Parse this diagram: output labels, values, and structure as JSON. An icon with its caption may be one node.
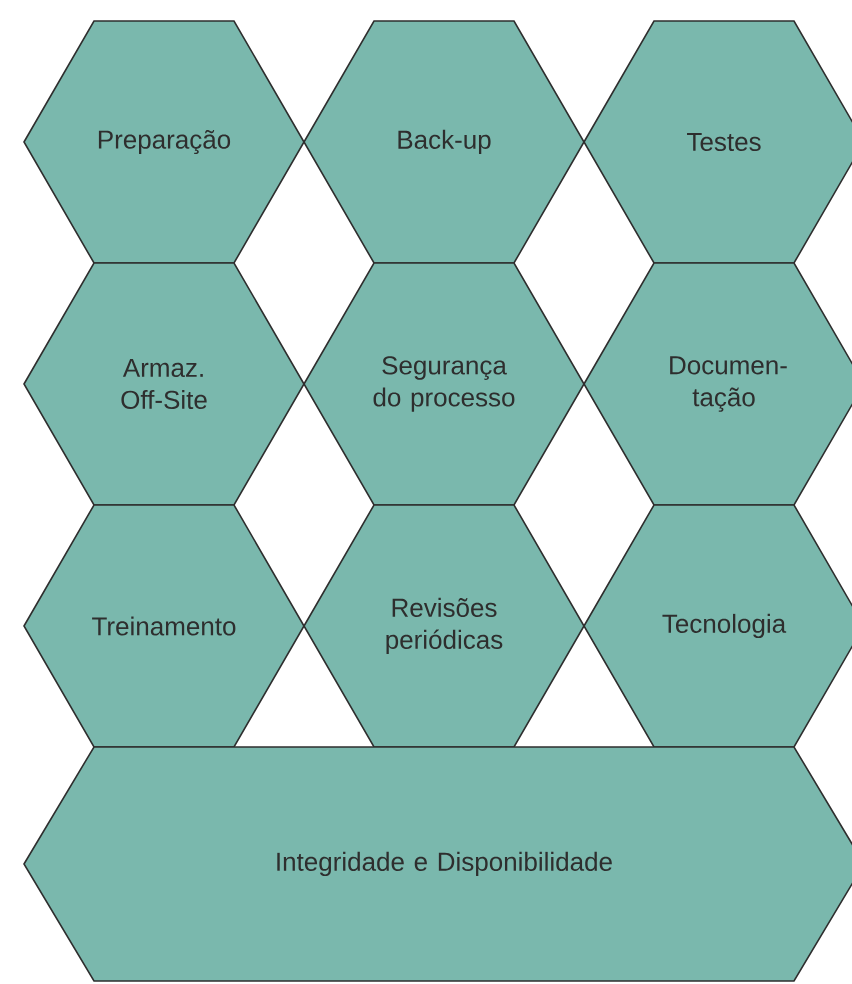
{
  "diagram": {
    "nodes": [
      {
        "text": [
          "Preparação"
        ]
      },
      {
        "text": [
          "Back-up"
        ]
      },
      {
        "text": [
          "Testes"
        ]
      },
      {
        "text": [
          "Armaz. Off-Site"
        ]
      },
      {
        "text": [
          "Segurança do processo"
        ]
      },
      {
        "text": [
          "Documen- tação"
        ]
      },
      {
        "text": [
          "Treinamento"
        ]
      },
      {
        "text": [
          "Revisões periódicas"
        ]
      },
      {
        "text": [
          "Tecnologia"
        ]
      },
      {
        "text": [
          "Integridade e Disponibilidade"
        ]
      }
    ]
  }
}
